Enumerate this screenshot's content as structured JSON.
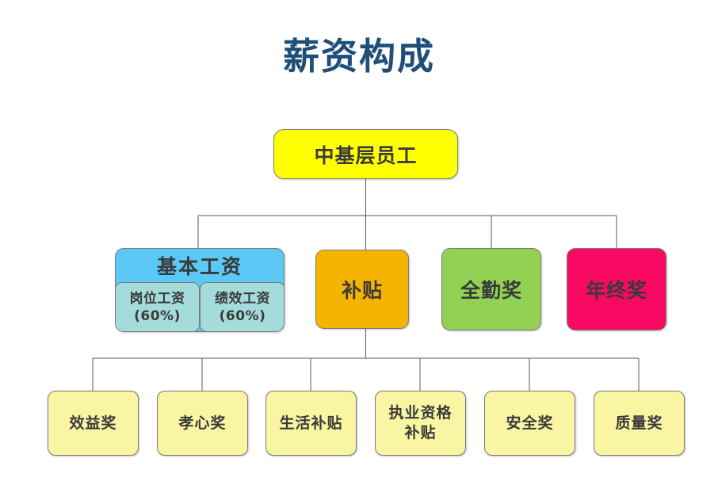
{
  "title": "薪资构成",
  "theme": {
    "title_color": "#1F4E79",
    "root_color": "#FFFF00",
    "basic_header_color": "#5BC8F5",
    "basic_sub_color": "#A3DCDA",
    "allowance_color": "#F5B400",
    "attendance_color": "#92D153",
    "yearend_color": "#F90A62",
    "leaf_color": "#FAF5A3",
    "connector_color": "#5a5a5a",
    "background": "#FFFFFF"
  },
  "chart_data": {
    "type": "diagram",
    "diagram_kind": "org-chart",
    "title": "薪资构成",
    "root": {
      "label": "中基层员工",
      "color": "#FFFF00"
    },
    "level2": [
      {
        "label": "基本工资",
        "color": "#5BC8F5",
        "children": [
          {
            "line1": "岗位工资",
            "line2": "(60%)",
            "percent": 60,
            "color": "#A3DCDA"
          },
          {
            "line1": "绩效工资",
            "line2": "(60%)",
            "percent": 60,
            "color": "#A3DCDA"
          }
        ]
      },
      {
        "label": "补贴",
        "color": "#F5B400"
      },
      {
        "label": "全勤奖",
        "color": "#92D153"
      },
      {
        "label": "年终奖",
        "color": "#F90A62"
      }
    ],
    "level3_parent": "补贴",
    "level3": [
      {
        "line1": "效益奖",
        "line2": ""
      },
      {
        "line1": "孝心奖",
        "line2": ""
      },
      {
        "line1": "生活补贴",
        "line2": ""
      },
      {
        "line1": "执业资格",
        "line2": "补贴"
      },
      {
        "line1": "安全奖",
        "line2": ""
      },
      {
        "line1": "质量奖",
        "line2": ""
      }
    ]
  }
}
